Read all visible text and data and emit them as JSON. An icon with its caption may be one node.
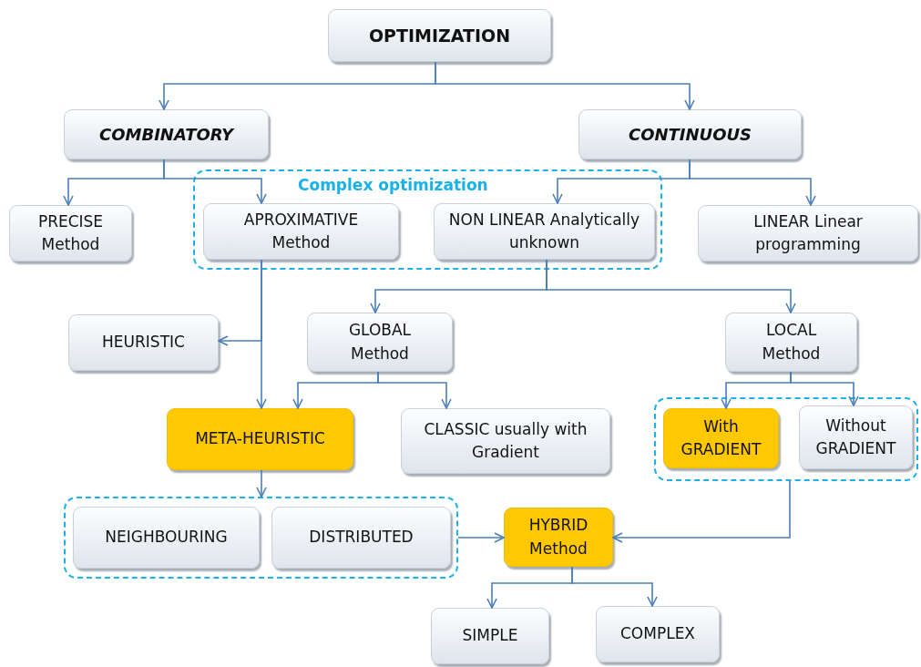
{
  "diagram": {
    "nodes": [
      {
        "text": [
          "OPTIMIZATION"
        ]
      },
      {
        "text": [
          "COMBINATORY"
        ]
      },
      {
        "text": [
          "CONTINUOUS"
        ]
      },
      {
        "text": [
          "PRECISE Method"
        ]
      },
      {
        "text": [
          "Complex optimization"
        ]
      },
      {
        "text": [
          "APROXIMATIVE Method"
        ],
        "in": 4
      },
      {
        "text": [
          "NON LINEAR Analytically unknown"
        ],
        "in": 4
      },
      {
        "text": [
          "LINEAR Linear programming"
        ]
      },
      {
        "text": [
          "HEURISTIC"
        ]
      },
      {
        "text": [
          "GLOBAL Method"
        ]
      },
      {
        "text": [
          "LOCAL Method"
        ]
      },
      {
        "text": [
          "META-HEURISTIC"
        ]
      },
      {
        "text": [
          "CLASSIC usually with Gradient"
        ]
      },
      {
        "text": [],
        "shape": "box"
      },
      {
        "text": [
          "With GRADIENT"
        ],
        "in": 13
      },
      {
        "text": [
          "Without GRADIENT"
        ],
        "in": 13
      },
      {
        "text": [],
        "shape": "box"
      },
      {
        "text": [
          "NEIGHBOURING"
        ],
        "in": 16
      },
      {
        "text": [
          "DISTRIBUTED"
        ],
        "in": 16
      },
      {
        "text": [
          "HYBRID Method"
        ]
      },
      {
        "text": [
          "SIMPLE"
        ]
      },
      {
        "text": [
          "COMPLEX"
        ]
      }
    ],
    "edges": [
      {
        "from": 0,
        "to": 1,
        "arrow": "to"
      },
      {
        "from": 0,
        "to": 2,
        "arrow": "to"
      },
      {
        "from": 1,
        "to": 3,
        "arrow": "to"
      },
      {
        "from": 1,
        "to": 5,
        "arrow": "to"
      },
      {
        "from": 2,
        "to": 6,
        "arrow": "to"
      },
      {
        "from": 2,
        "to": 7,
        "arrow": "to"
      },
      {
        "from": 5,
        "to": 8,
        "arrow": "to"
      },
      {
        "from": 5,
        "to": 11,
        "arrow": "to"
      },
      {
        "from": 6,
        "to": 9,
        "arrow": "to"
      },
      {
        "from": 6,
        "to": 10,
        "arrow": "to"
      },
      {
        "from": 9,
        "to": 11,
        "arrow": "to"
      },
      {
        "from": 9,
        "to": 12,
        "arrow": "to"
      },
      {
        "from": 10,
        "to": 14,
        "arrow": "to"
      },
      {
        "from": 10,
        "to": 15,
        "arrow": "to"
      },
      {
        "from": 11,
        "to": 16,
        "arrow": "to"
      },
      {
        "from": 16,
        "to": 19,
        "arrow": "to"
      },
      {
        "from": 13,
        "to": 19,
        "arrow": "to"
      },
      {
        "from": 19,
        "to": 20,
        "arrow": "to"
      },
      {
        "from": 19,
        "to": 21,
        "arrow": "to"
      }
    ]
  }
}
